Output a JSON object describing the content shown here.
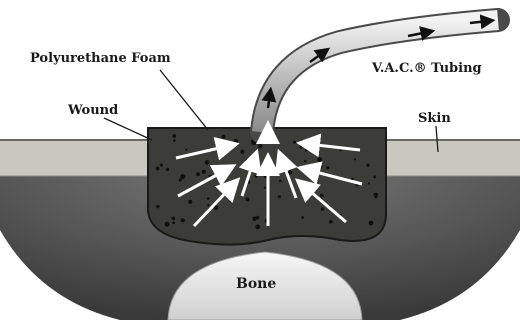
{
  "diagram": {
    "labels": {
      "foam": "Polyurethane Foam",
      "tubing": "V.A.C.® Tubing",
      "wound": "Wound",
      "skin": "Skin",
      "bone": "Bone"
    },
    "colors": {
      "tissue": "#5e5e5e",
      "skin": "#c8c8c0",
      "foam": "#3c3c38",
      "bone": "#ececec",
      "tubing": "#d2d2d2",
      "arrow": "#ffffff"
    },
    "flow_arrows": {
      "count": 10,
      "color": "white",
      "direction": "toward tubing"
    }
  }
}
